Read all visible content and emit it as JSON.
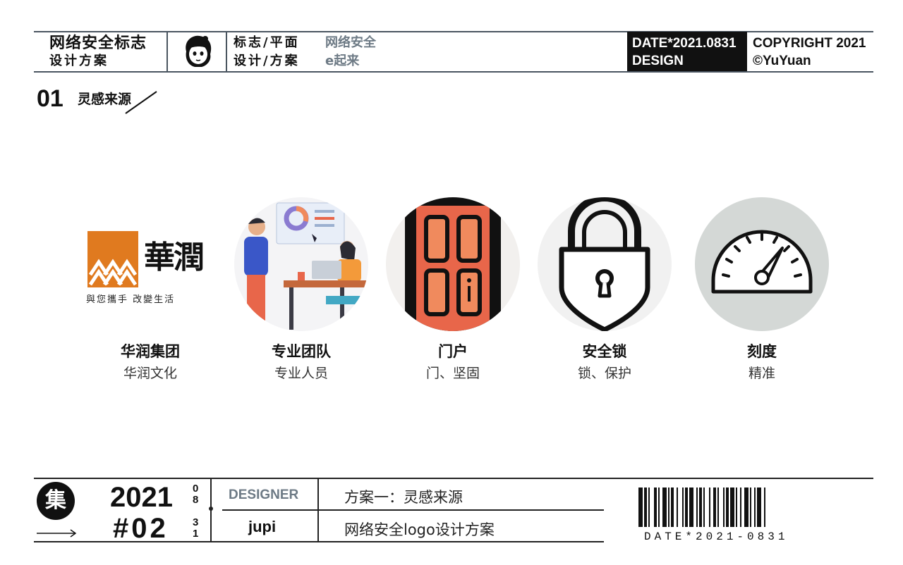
{
  "header": {
    "title": "网络安全标志",
    "subtitle": "设计方案",
    "cat_line1": "标志/平面",
    "cat_line2": "设计/方案",
    "project_line1": "网络安全",
    "project_line2": "e起来",
    "date": "DATE*2021.0831",
    "design": "DESIGN",
    "copyright": "COPYRIGHT 2021",
    "author": "©YuYuan"
  },
  "section": {
    "number": "01",
    "title": "灵感来源"
  },
  "huarun_logo": {
    "brand": "華潤",
    "slogan": "與您攜手 改變生活"
  },
  "items": [
    {
      "title": "华润集团",
      "desc": "华润文化",
      "icon": "huarun-logo"
    },
    {
      "title": "专业团队",
      "desc": "专业人员",
      "icon": "team-illustration"
    },
    {
      "title": "门户",
      "desc": "门、坚固",
      "icon": "door-icon"
    },
    {
      "title": "安全锁",
      "desc": "锁、保护",
      "icon": "padlock-icon"
    },
    {
      "title": "刻度",
      "desc": "精准",
      "icon": "gauge-icon"
    }
  ],
  "footer": {
    "badge": "集",
    "year": "2021",
    "month_d1": "0",
    "month_d2": "8",
    "number": "#02",
    "day_d1": "3",
    "day_d2": "1",
    "designer_label": "DESIGNER",
    "designer_name": "jupi",
    "plan": "方案一：灵感来源",
    "desc": "网络安全logo设计方案",
    "barcode_text": "DATE*2021-0831"
  },
  "colors": {
    "accent_gray": "#6d7a85",
    "door_orange": "#f08a5d",
    "door_red": "#e8664a",
    "huarun_orange": "#e07a1f",
    "gauge_bg": "#d4d8d6",
    "lock_bg": "#f1f1f1"
  }
}
